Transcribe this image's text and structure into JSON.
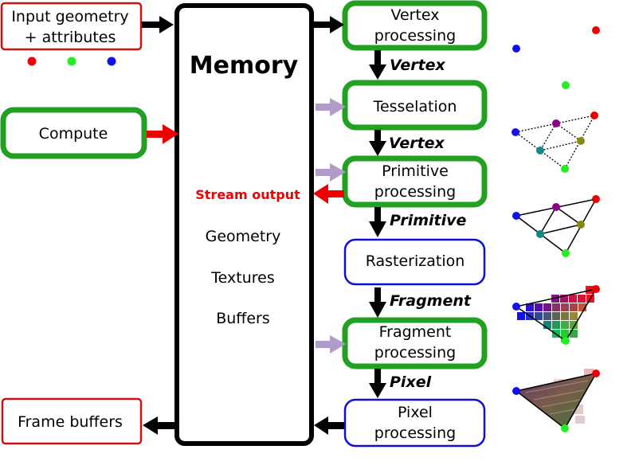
{
  "colors": {
    "green_stage": "#22a022",
    "blue_stage": "#1010d0",
    "red_io": "#cc1111",
    "stream_red": "#ee0000",
    "shader_arrow": "#b09cc8",
    "black": "#000000"
  },
  "inputs": {
    "input_geometry_line1": "Input geometry",
    "input_geometry_line2": "+ attributes",
    "compute": "Compute",
    "frame_buffers": "Frame buffers"
  },
  "memory": {
    "title": "Memory",
    "stream_output": "Stream output",
    "items": [
      "Geometry",
      "Textures",
      "Buffers"
    ]
  },
  "stages": {
    "vertex_processing": [
      "Vertex",
      "processing"
    ],
    "tesselation": "Tesselation",
    "primitive_processing": [
      "Primitive",
      "processing"
    ],
    "rasterization": "Rasterization",
    "fragment_processing": [
      "Fragment",
      "processing"
    ],
    "pixel_processing": [
      "Pixel",
      "processing"
    ]
  },
  "flow_labels": {
    "vertex_1": "Vertex",
    "vertex_2": "Vertex",
    "primitive": "Primitive",
    "fragment": "Fragment",
    "pixel": "Pixel"
  }
}
